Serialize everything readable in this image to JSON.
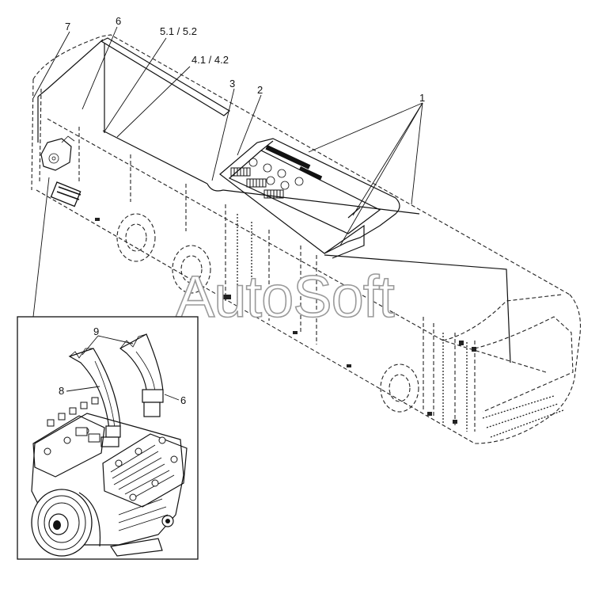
{
  "callouts": {
    "c1": "1",
    "c2": "2",
    "c3": "3",
    "c4": "4.1 /  4.2",
    "c5": "5.1  /  5.2",
    "c6": "6",
    "c7": "7"
  },
  "inset_callouts": {
    "c6": "6",
    "c8": "8",
    "c9": "9"
  },
  "watermark": "AutoSoft",
  "colors": {
    "line": "#111111",
    "watermark_outline": "#9a9a9a",
    "background": "#ffffff"
  }
}
